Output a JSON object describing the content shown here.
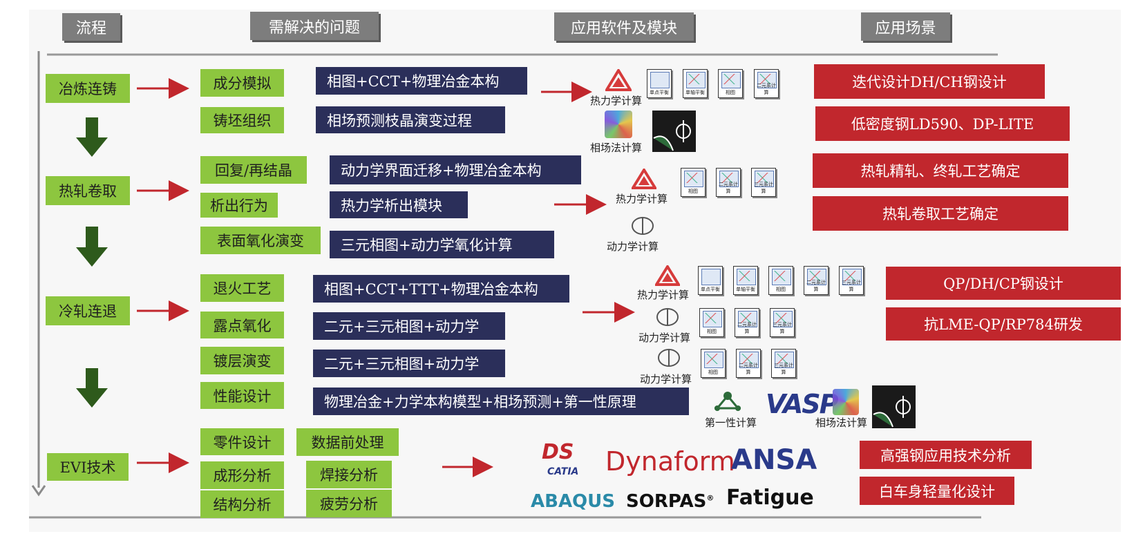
{
  "headers": [
    "流程",
    "需解决的问题",
    "应用软件及模块",
    "应用场景"
  ],
  "stages": [
    "冶炼连铸",
    "热轧卷取",
    "冷轧连退",
    "EVI技术"
  ],
  "problems": {
    "smelting": [
      "成分模拟",
      "铸坯组织"
    ],
    "hot_rolling": [
      "回复/再结晶",
      "析出行为",
      "表面氧化演变"
    ],
    "cold_rolling": [
      "退火工艺",
      "露点氧化",
      "镀层演变",
      "性能设计"
    ],
    "evi_left": [
      "零件设计",
      "成形分析",
      "结构分析"
    ],
    "evi_right": [
      "数据前处理",
      "焊接分析",
      "疲劳分析"
    ]
  },
  "methods": {
    "smelting": [
      "相图+CCT+物理冶金本构",
      "相场预测枝晶演变过程"
    ],
    "hot_rolling": [
      "动力学界面迁移+物理冶金本构",
      "热力学析出模块",
      "三元相图+动力学氧化计算"
    ],
    "cold_rolling": [
      "相图+CCT+TTT+物理冶金本构",
      "二元+三元相图+动力学",
      "二元+三元相图+动力学",
      "物理冶金+力学本构模型+相场预测+第一性原理"
    ]
  },
  "software_labels": {
    "thermo": "热力学计算",
    "phase_field": "相场法计算",
    "kinetics": "动力学计算",
    "first_principles": "第一性计算"
  },
  "icon_captions": {
    "single": "单点平衡",
    "step": "单轴平衡",
    "phase_diagram": "相图",
    "binary": "二元系计算",
    "ternary": "三元系计算"
  },
  "logos": {
    "catia_top": "DS",
    "catia_bottom": "CATIA",
    "dynaform": "Dynaform",
    "ansa": "ANSA",
    "abaqus": "ABAQUS",
    "sorpas": "SORPAS",
    "sorpas_mark": "®",
    "fatigue": "Fatigue",
    "vasp": "VASP"
  },
  "scenarios": {
    "smelting": [
      "迭代设计DH/CH钢设计",
      "低密度钢LD590、DP-LITE"
    ],
    "hot_rolling": [
      "热轧精轧、终轧工艺确定",
      "热轧卷取工艺确定"
    ],
    "cold_rolling": [
      "QP/DH/CP钢设计",
      "抗LME-QP/RP784研发"
    ],
    "evi": [
      "高强钢应用技术分析",
      "白车身轻量化设计"
    ]
  },
  "colors": {
    "header_bg": "#7d7d7d",
    "stage_green": "#8dc63f",
    "method_navy": "#2b2f5a",
    "scenario_red": "#c1272d",
    "arrow_red": "#c1272d",
    "arrow_green": "#2e5a1c"
  }
}
